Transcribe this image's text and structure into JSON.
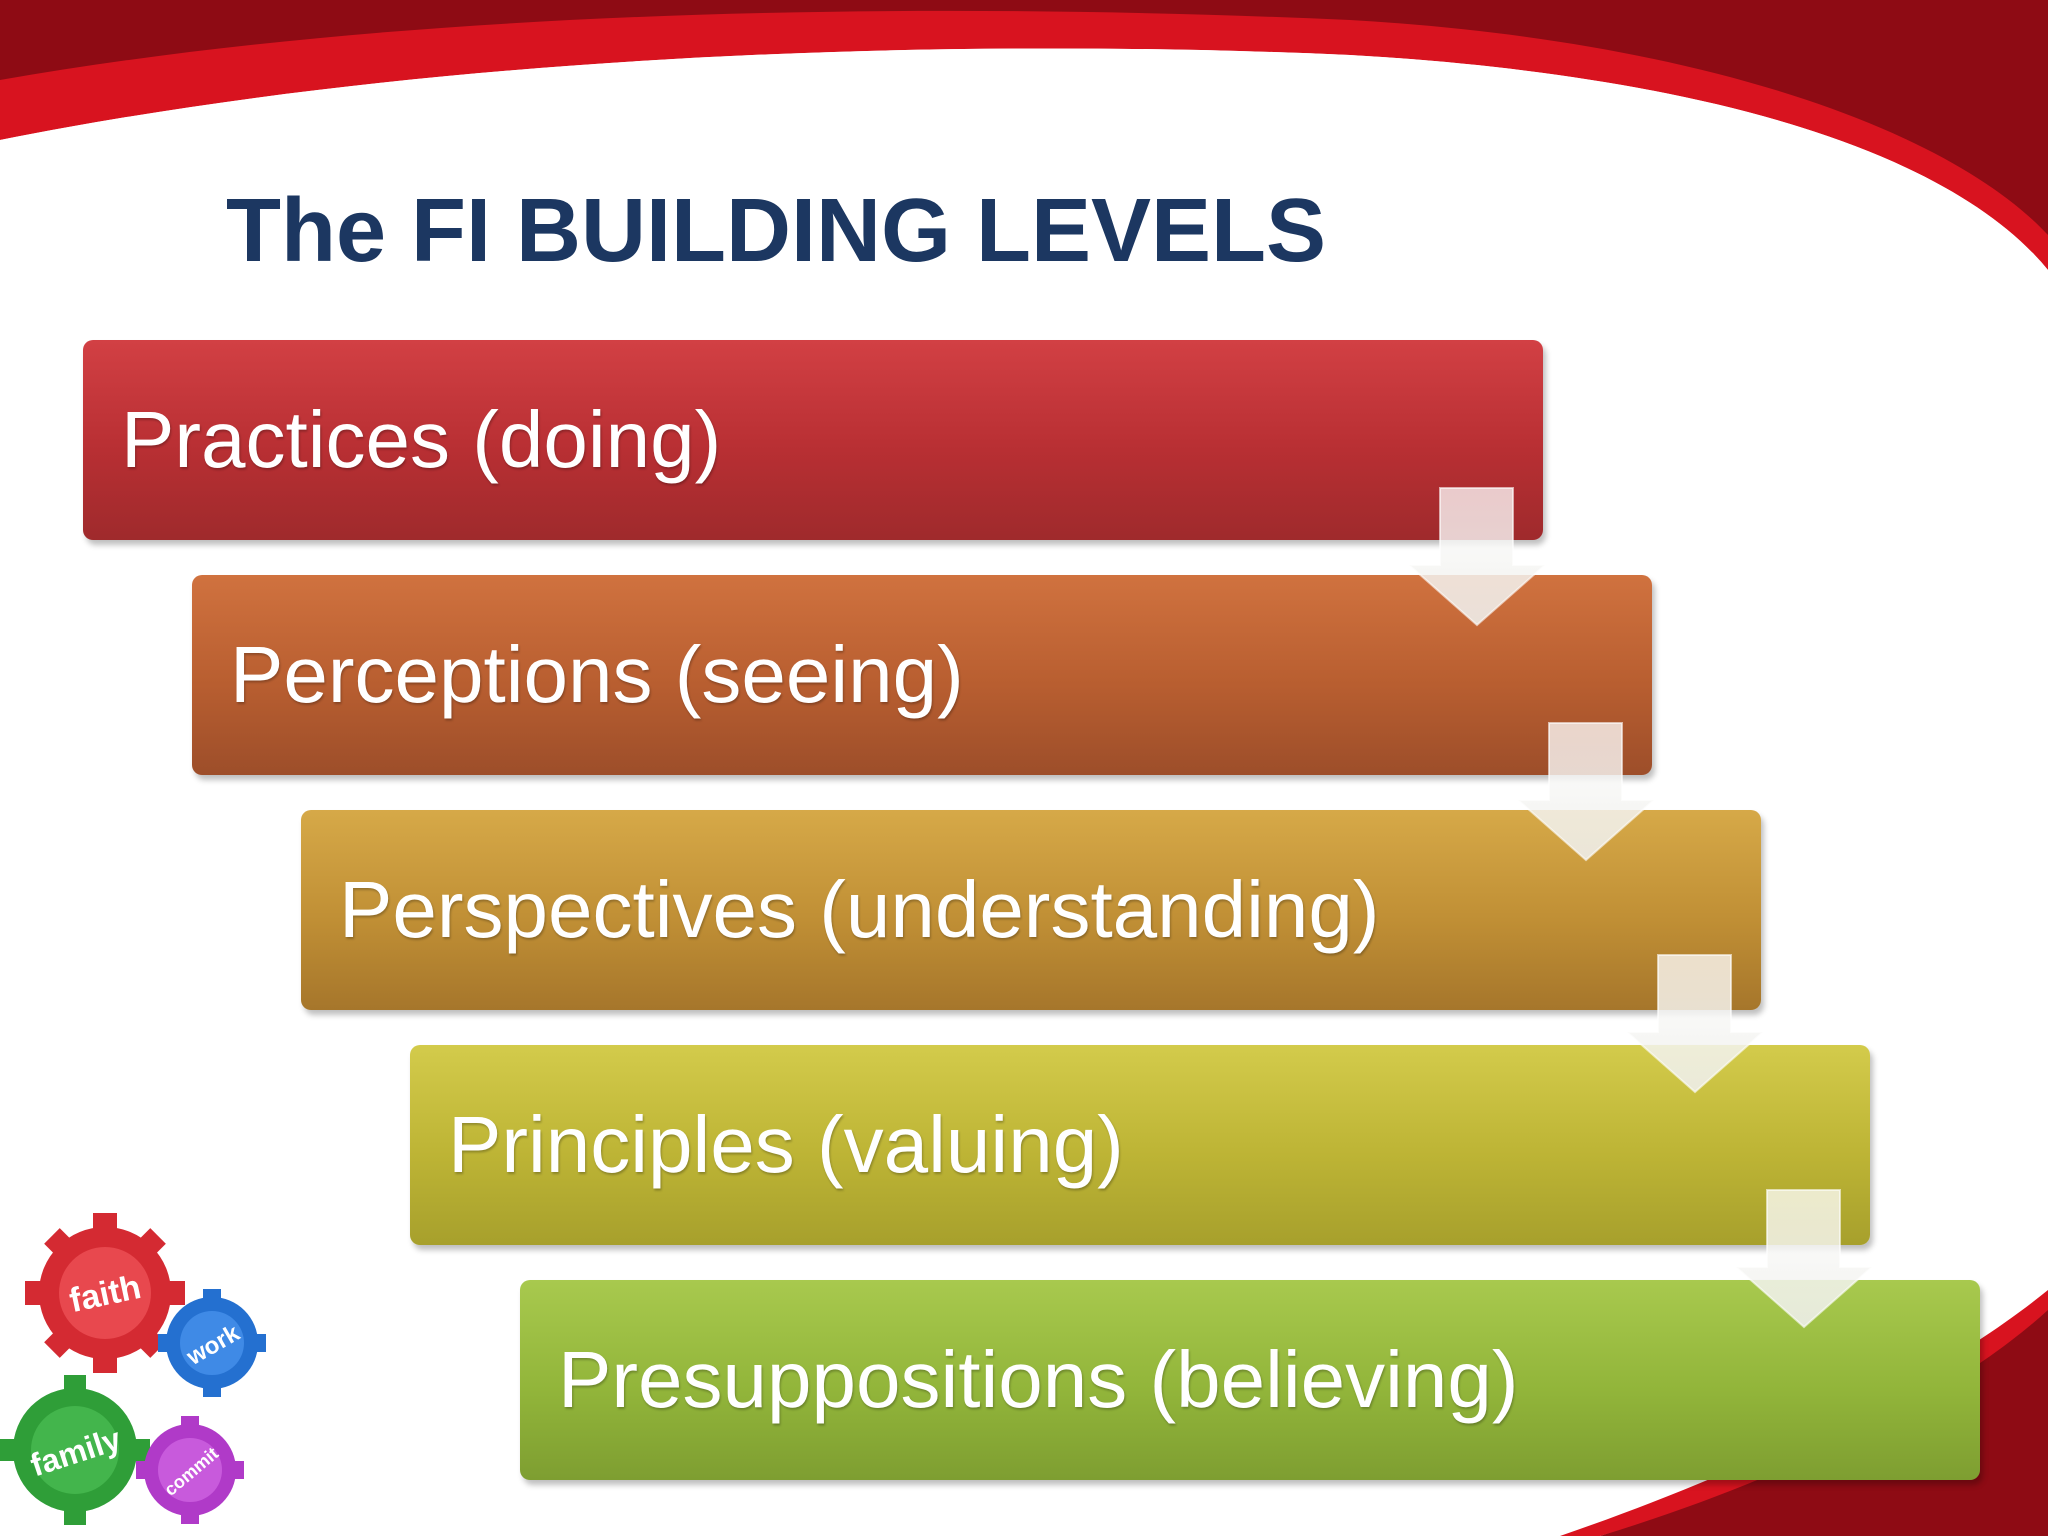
{
  "slide": {
    "title": "The FI BUILDING LEVELS",
    "levels": [
      {
        "label": "Practices (doing)",
        "color": "#c23438"
      },
      {
        "label": "Perceptions (seeing)",
        "color": "#bd6433"
      },
      {
        "label": "Perspectives (understanding)",
        "color": "#c59538"
      },
      {
        "label": "Principles (valuing)",
        "color": "#c0b838"
      },
      {
        "label": "Presuppositions (believing)",
        "color": "#96ba3e"
      }
    ],
    "logo": {
      "gear_words": [
        "faith",
        "work",
        "family",
        "commit"
      ],
      "colors": [
        "#d42a32",
        "#2470d0",
        "#2f9e38",
        "#b03ac8"
      ]
    },
    "accent_color": "#c8101c"
  }
}
